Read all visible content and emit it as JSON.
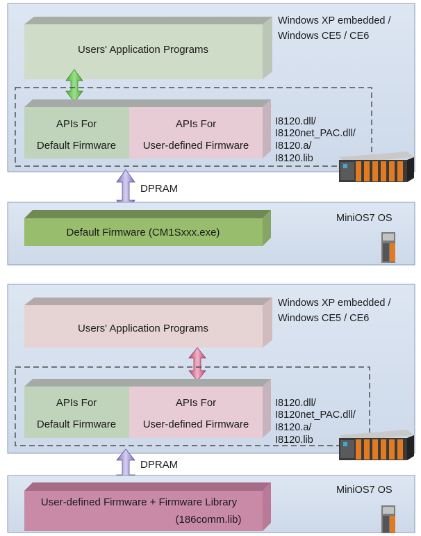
{
  "top_diagram": {
    "os_label_line1": "Windows XP embedded /",
    "os_label_line2": "Windows CE5 / CE6",
    "app_box": "Users' Application Programs",
    "api_default_line1": "APIs For",
    "api_default_line2": "Default Firmware",
    "api_user_line1": "APIs For",
    "api_user_line2": "User-defined Firmware",
    "libs": [
      "I8120.dll/",
      "I8120net_PAC.dll/",
      "I8120.a/",
      "I8120.lib"
    ],
    "link_label": "DPRAM",
    "firmware_os_label": "MiniOS7 OS",
    "firmware_box": "Default Firmware (CM1Sxxx.exe)"
  },
  "bottom_diagram": {
    "os_label_line1": "Windows XP embedded /",
    "os_label_line2": "Windows CE5 / CE6",
    "app_box": "Users' Application Programs",
    "api_default_line1": "APIs For",
    "api_default_line2": "Default Firmware",
    "api_user_line1": "APIs For",
    "api_user_line2": "User-defined Firmware",
    "libs": [
      "I8120.dll/",
      "I8120net_PAC.dll/",
      "I8120.a/",
      "I8120.lib"
    ],
    "link_label": "DPRAM",
    "firmware_os_label": "MiniOS7 OS",
    "firmware_box_line1": "User-defined Firmware + Firmware Library",
    "firmware_box_line2": "(186comm.lib)"
  },
  "colors": {
    "panel_fill": "#d6e0ee",
    "panel_stroke": "#8e9bb0",
    "app_top_fill": "#cfdcc8",
    "app_bottom_fill": "#e6d3d3",
    "api_green_fill": "#bfd4bb",
    "api_pink_fill": "#e7cbd5",
    "default_fw_fill": "#98bd6c",
    "user_fw_fill": "#c98aa8",
    "arrow_green": "#6cbf5a",
    "arrow_purple": "#a79bd6",
    "arrow_pink": "#d87a9c"
  }
}
